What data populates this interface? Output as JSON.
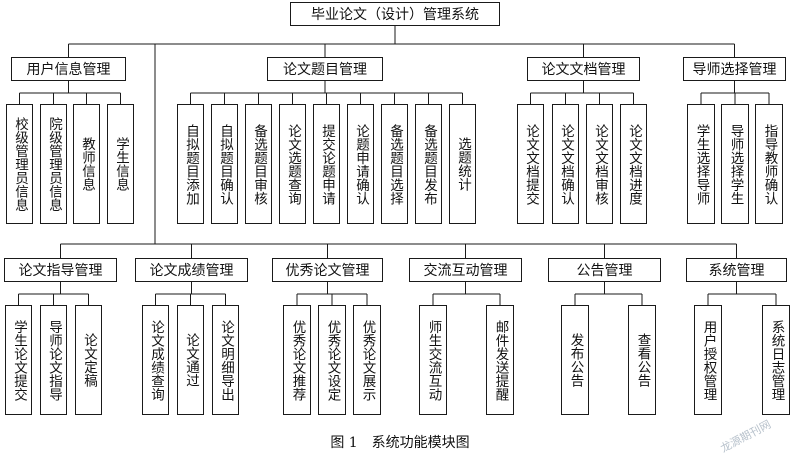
{
  "title": "毕业论文（设计）管理系统",
  "groups": [
    {
      "label": "用户信息管理",
      "items": [
        "校级管理员信息",
        "院级管理员信息",
        "教师信息",
        "学生信息"
      ]
    },
    {
      "label": "论文题目管理",
      "items": [
        "自拟题目添加",
        "自拟题目确认",
        "备选题目审核",
        "论文选题查询",
        "提交论题申请",
        "论题申请确认",
        "备选题目选择",
        "备选题目发布",
        "选题统计"
      ]
    },
    {
      "label": "论文文档管理",
      "items": [
        "论文文档提交",
        "论文文档确认",
        "论文文档审核",
        "论文文档进度"
      ]
    },
    {
      "label": "导师选择管理",
      "items": [
        "学生选择导师",
        "导师选择学生",
        "指导教师确认"
      ]
    },
    {
      "label": "论文指导管理",
      "items": [
        "学生论文提交",
        "导师论文指导",
        "论文定稿"
      ]
    },
    {
      "label": "论文成绩管理",
      "items": [
        "论文成绩查询",
        "论文通过",
        "论文明细导出"
      ]
    },
    {
      "label": "优秀论文管理",
      "items": [
        "优秀论文推荐",
        "优秀论文设定",
        "优秀论文展示"
      ]
    },
    {
      "label": "交流互动管理",
      "items": [
        "师生交流互动",
        "邮件发送提醒"
      ]
    },
    {
      "label": "公告管理",
      "items": [
        "发布公告",
        "查看公告"
      ]
    },
    {
      "label": "系统管理",
      "items": [
        "用户授权管理",
        "系统日志管理"
      ]
    }
  ],
  "caption": {
    "number": "图 1",
    "text": "系统功能模块图"
  },
  "watermark": "龙源期刊网"
}
